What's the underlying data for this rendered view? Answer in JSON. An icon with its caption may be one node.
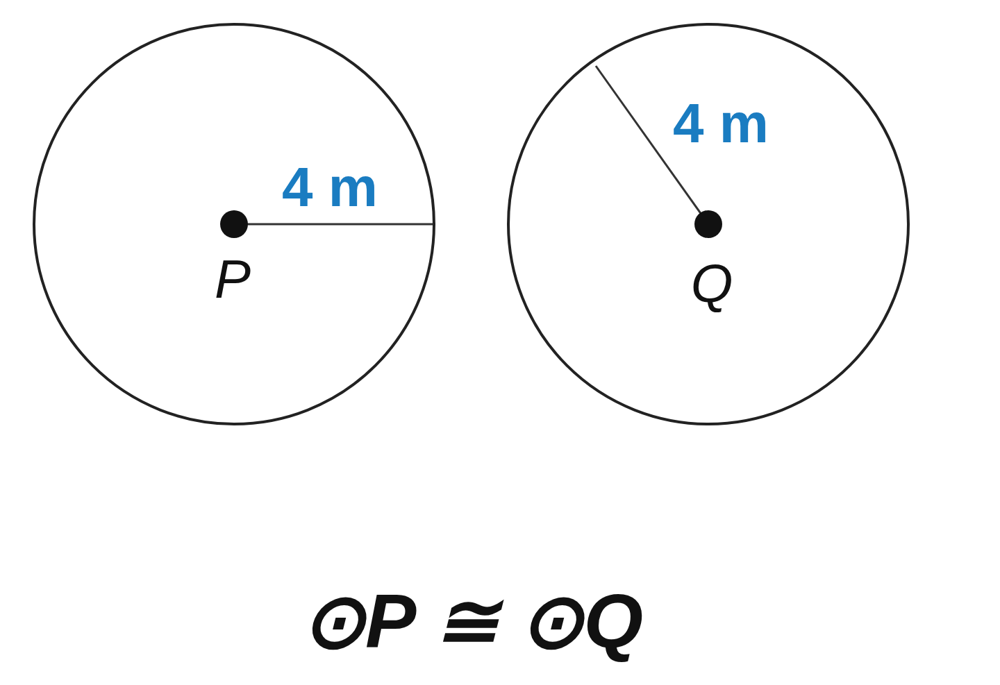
{
  "diagram": {
    "caption": "⊙P ≅ ⊙Q",
    "nodes": [
      {
        "text": [
          "P"
        ]
      },
      {
        "text": [
          "Q"
        ]
      }
    ],
    "labels": [
      "4 m",
      "4 m"
    ]
  }
}
